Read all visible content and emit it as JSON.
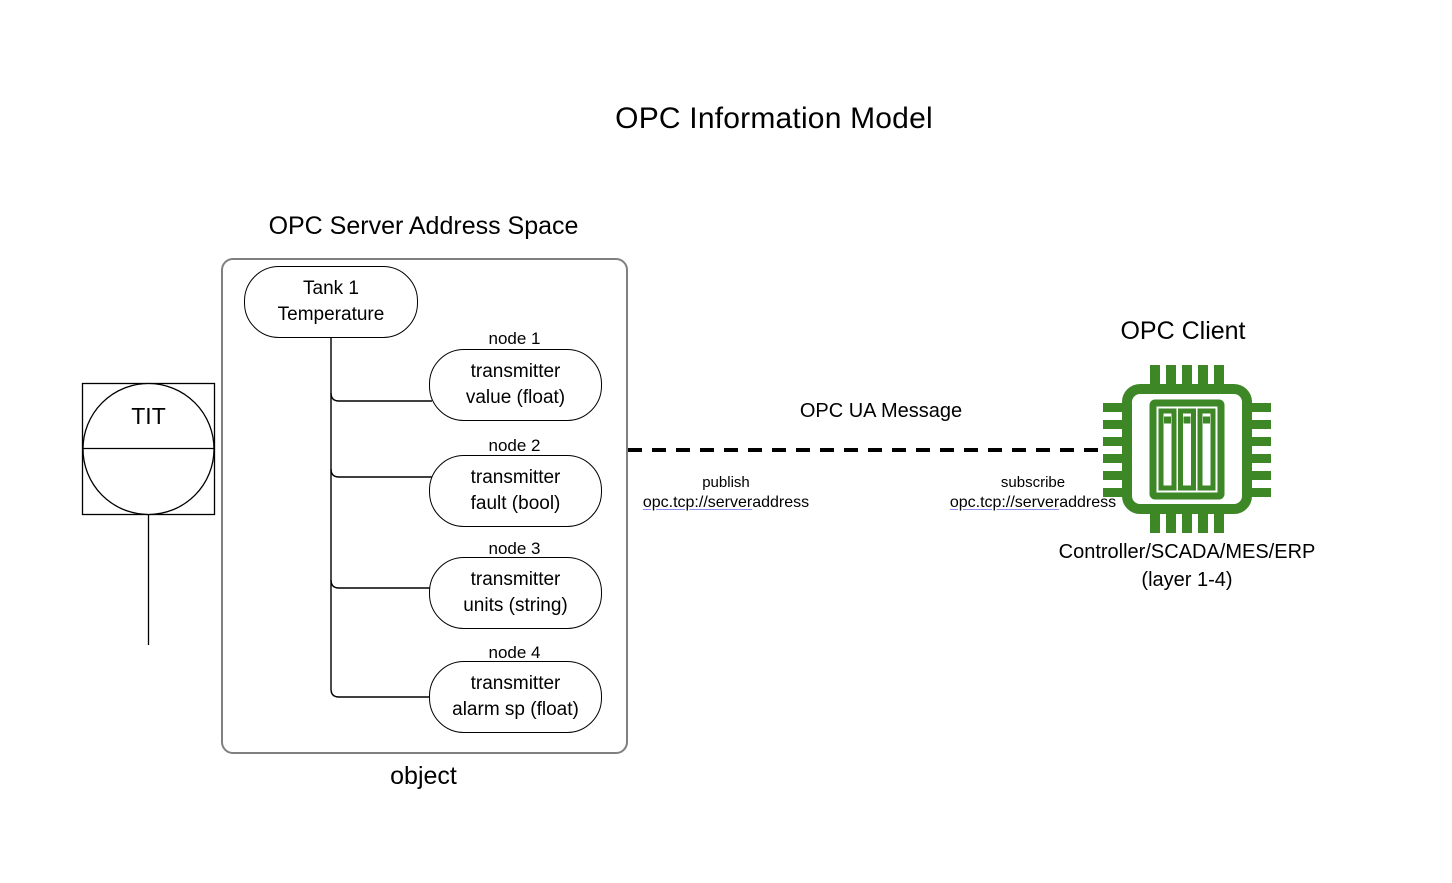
{
  "title": "OPC Information Model",
  "server": {
    "heading": "OPC Server Address Space",
    "object_label": "object",
    "root_node": {
      "line1": "Tank 1",
      "line2": "Temperature"
    },
    "nodes": [
      {
        "label": "node 1",
        "line1": "transmitter",
        "line2": "value (float)"
      },
      {
        "label": "node 2",
        "line1": "transmitter",
        "line2": "fault (bool)"
      },
      {
        "label": "node 3",
        "line1": "transmitter",
        "line2": "units (string)"
      },
      {
        "label": "node 4",
        "line1": "transmitter",
        "line2": "alarm sp (float)"
      }
    ]
  },
  "instrument": {
    "tag": "TIT"
  },
  "message": {
    "label": "OPC UA Message",
    "publish_label": "publish",
    "publish_url_link": "opc.tcp://server",
    "publish_url_rest": "address",
    "subscribe_label": "subscribe",
    "subscribe_url_link": "opc.tcp://server",
    "subscribe_url_rest": "address"
  },
  "client": {
    "heading": "OPC Client",
    "icon": "microchip-icon",
    "icon_color": "#3e8727",
    "caption_line1": "Controller/SCADA/MES/ERP",
    "caption_line2": "(layer 1-4)"
  },
  "colors": {
    "diagram_line": "#000000",
    "container_border": "#7f7f7f",
    "link_underline": "#8c8cf0",
    "accent_green": "#3e8727"
  }
}
